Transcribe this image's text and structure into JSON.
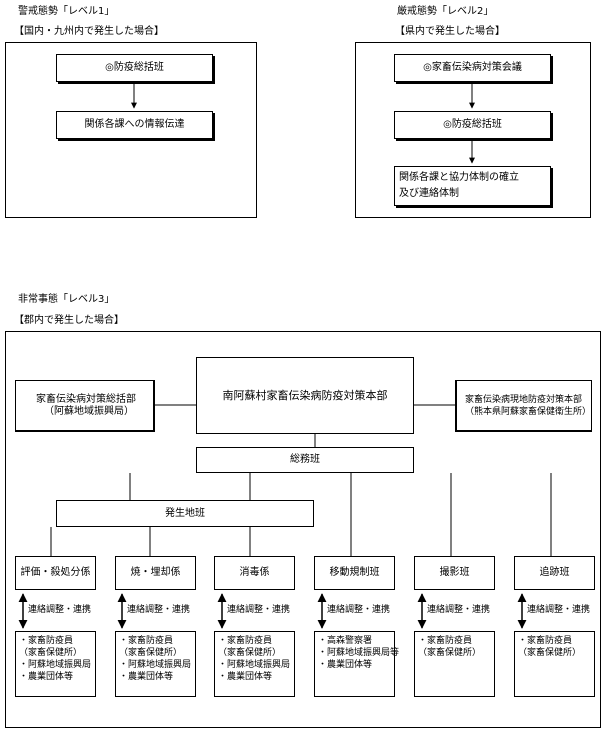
{
  "level1": {
    "title": "警戒態勢「レベル1」",
    "subtitle": "【国内・九州内で発生した場合】",
    "box1": "◎防疫総括班",
    "box2": "関係各課への情報伝達"
  },
  "level2": {
    "title": "厳戒態勢「レベル2」",
    "subtitle": "【県内で発生した場合】",
    "box1": "◎家畜伝染病対策会議",
    "box2": "◎防疫総括班",
    "box3_line1": "関係各課と協力体制の確立",
    "box3_line2": "及び連絡体制"
  },
  "level3": {
    "title": "非常事態「レベル3」",
    "subtitle": "【郡内で発生した場合】",
    "hq": "南阿蘇村家畜伝染病防疫対策本部",
    "left_box_line1": "家畜伝染病対策総括部",
    "left_box_line2": "（阿蘇地域振興局）",
    "right_box_line1": "家畜伝染病現地防疫対策本部",
    "right_box_line2": "（熊本県阿蘇家畜保健衛生所）",
    "general": "総務班",
    "site": "発生地班",
    "liaison": "連絡調整・連携",
    "teams": [
      {
        "label": "評価・殺処分係",
        "lines": [
          "・家畜防疫員",
          "（家畜保健所）",
          "・阿蘇地域振興局",
          "・農業団体等"
        ]
      },
      {
        "label": "焼・埋却係",
        "lines": [
          "・家畜防疫員",
          "（家畜保健所）",
          "・阿蘇地域振興局",
          "・農業団体等"
        ]
      },
      {
        "label": "消毒係",
        "lines": [
          "・家畜防疫員",
          "（家畜保健所）",
          "・阿蘇地域振興局",
          "・農業団体等"
        ]
      },
      {
        "label": "移動規制班",
        "lines": [
          "・高森警察署",
          "・阿蘇地域振興局等",
          "・農業団体等"
        ]
      },
      {
        "label": "撮影班",
        "lines": [
          "・家畜防疫員",
          "（家畜保健所）"
        ]
      },
      {
        "label": "追跡班",
        "lines": [
          "・家畜防疫員",
          "（家畜保健所）"
        ]
      }
    ]
  }
}
